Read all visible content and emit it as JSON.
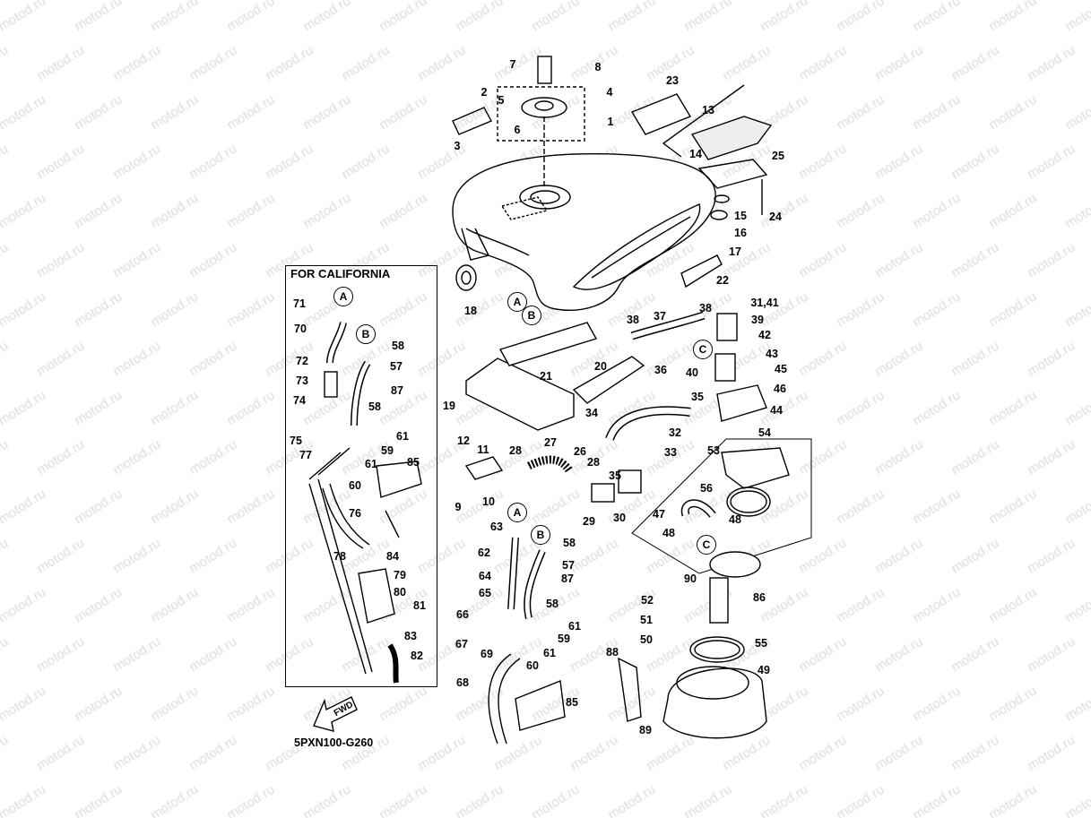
{
  "diagram": {
    "watermark": "motod.ru",
    "inset_title": "FOR CALIFORNIA",
    "drawing_code": "5PXN100-G260",
    "fwd_label": "FWD",
    "callouts": [
      "7",
      "8",
      "2",
      "4",
      "5",
      "23",
      "1",
      "6",
      "3",
      "13",
      "14",
      "25",
      "15",
      "24",
      "16",
      "17",
      "22",
      "18",
      "38",
      "31,41",
      "38",
      "37",
      "39",
      "42",
      "43",
      "40",
      "45",
      "36",
      "46",
      "20",
      "21",
      "35",
      "19",
      "34",
      "44",
      "32",
      "54",
      "12",
      "11",
      "28",
      "27",
      "26",
      "33",
      "28",
      "35",
      "53",
      "10",
      "9",
      "29",
      "30",
      "56",
      "47",
      "48",
      "48",
      "63",
      "58",
      "62",
      "57",
      "90",
      "64",
      "87",
      "65",
      "52",
      "86",
      "58",
      "66",
      "61",
      "51",
      "59",
      "67",
      "50",
      "55",
      "69",
      "61",
      "60",
      "88",
      "49",
      "68",
      "85",
      "89"
    ],
    "inset_callouts": [
      "71",
      "70",
      "58",
      "72",
      "57",
      "73",
      "87",
      "74",
      "58",
      "61",
      "75",
      "59",
      "77",
      "61",
      "85",
      "60",
      "76",
      "78",
      "84",
      "79",
      "80",
      "81",
      "83",
      "82"
    ],
    "connectors": [
      "A",
      "B",
      "C",
      "C",
      "A",
      "B"
    ],
    "inset_connectors": [
      "A",
      "B"
    ]
  }
}
